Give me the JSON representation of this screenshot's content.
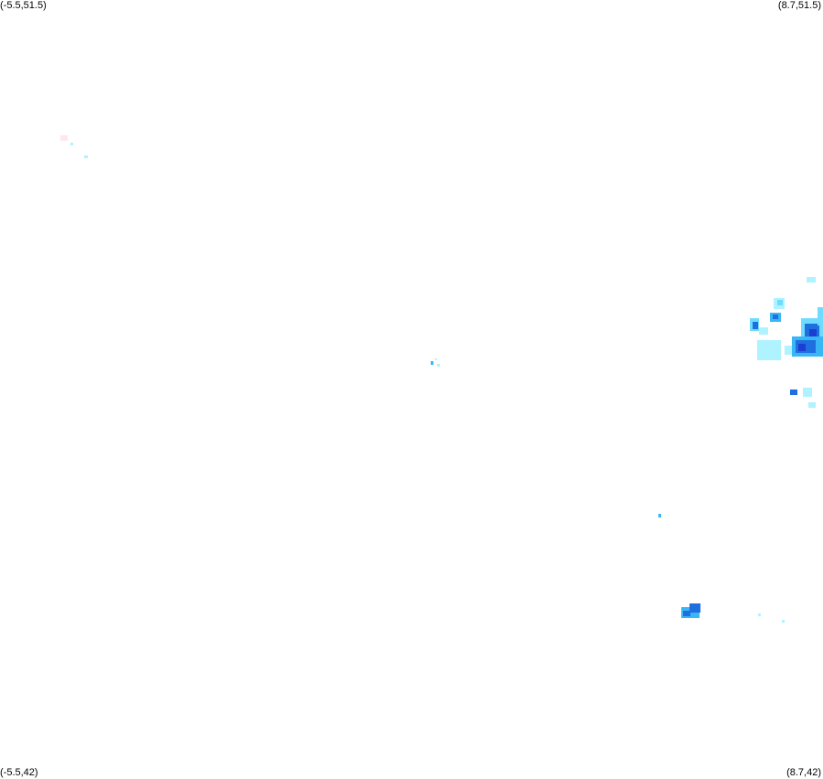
{
  "corners": {
    "top_left": "(-5.5,51.5)",
    "top_right": "(8.7,51.5)",
    "bottom_left": "(-5.5,42)",
    "bottom_right": "(8.7,42)"
  },
  "colors": {
    "background": "#ffffff",
    "light_cyan": "#aef3ff",
    "cyan": "#6fdcff",
    "light_blue": "#38b6f5",
    "blue": "#1f6fe0",
    "dark_blue": "#1d3fd1",
    "faint_pink": "#ffe6f0"
  }
}
